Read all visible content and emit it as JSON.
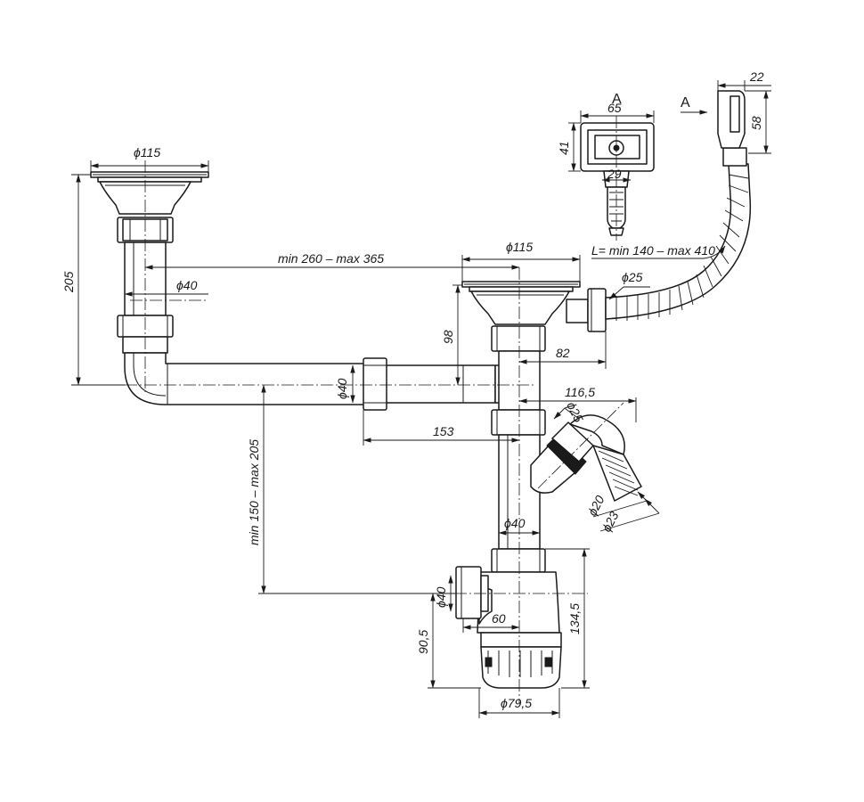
{
  "view_marks": {
    "view_title": "A",
    "arrow_label": "A"
  },
  "dimensions": {
    "d_left_basket": "ϕ115",
    "height_205": "205",
    "d_left_pipe": "ϕ40",
    "span_260_365": "min 260 – max 365",
    "d_right_basket": "ϕ115",
    "h_98": "98",
    "w_82": "82",
    "hose_length": "L= min 140 – max 410",
    "d_hose": "ϕ25",
    "d_horizontal_pipe": "ϕ40",
    "w_153": "153",
    "w_116_5": "116,5",
    "d_side_25": "ϕ25",
    "d_side_20": "ϕ20",
    "d_side_23": "ϕ23",
    "vertical_150_205": "min 150 – max 205",
    "d_vertical_pipe": "ϕ40",
    "d_outlet": "ϕ40",
    "w_60": "60",
    "h_90_5": "90,5",
    "h_134_5": "134,5",
    "d_bottle": "ϕ79,5",
    "view_w_65": "65",
    "view_h_41": "41",
    "view_w_29": "29",
    "overflow_w_22": "22",
    "overflow_h_58": "58"
  }
}
